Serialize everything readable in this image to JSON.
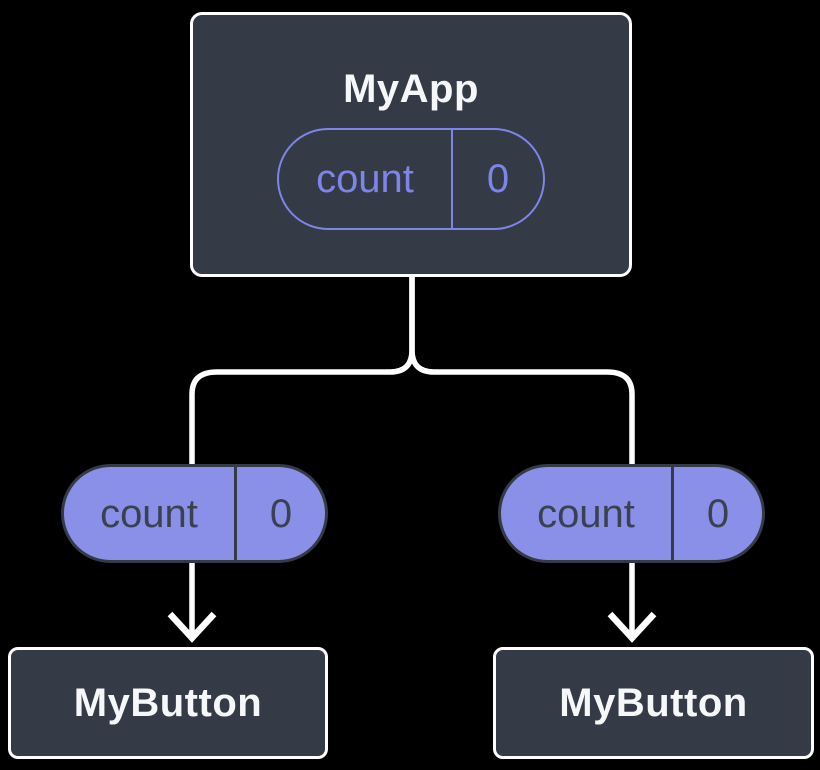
{
  "diagram": {
    "background_color": "#000000",
    "connector_color": "#FFFFFF",
    "node_fill_color": "#343A46",
    "node_border_color": "#FFFFFF",
    "node_text_color": "#F6F7F9",
    "pill_fill_color": "#8A90E8",
    "pill_outline_color": "#7D86E8",
    "pill_dark_color": "#343A46",
    "root": {
      "title": "MyApp",
      "state_pill": {
        "label": "count",
        "value": "0"
      }
    },
    "prop_pills": [
      {
        "label": "count",
        "value": "0"
      },
      {
        "label": "count",
        "value": "0"
      }
    ],
    "child_nodes": [
      {
        "title": "MyButton"
      },
      {
        "title": "MyButton"
      }
    ]
  }
}
